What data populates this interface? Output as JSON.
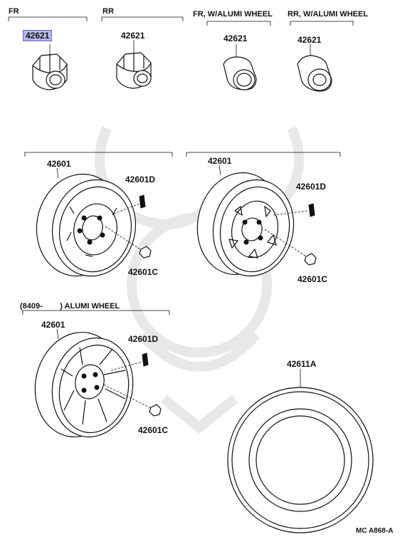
{
  "headers": {
    "fr": "FR",
    "rr": "RR",
    "fr_alumi": "FR, W/ALUMI WHEEL",
    "rr_alumi": "RR, W/ALUMI WHEEL",
    "alumi_wheel_range": "(8409-        ) ALUMI WHEEL"
  },
  "parts": {
    "hub_cap_fr": "42621",
    "hub_cap_rr": "42621",
    "hub_cap_fr_alumi": "42621",
    "hub_cap_rr_alumi": "42621",
    "wheel_1": "42601",
    "wheel_2": "42601",
    "wheel_3": "42601",
    "bolt_1": "42601D",
    "bolt_2": "42601D",
    "bolt_3": "42601D",
    "nut_1": "42601C",
    "nut_2": "42601C",
    "nut_3": "42601C",
    "tire": "42611A"
  },
  "footer": {
    "diagram_code": "MC A868-A"
  },
  "colors": {
    "ink": "#111111",
    "highlight": "#b7b7e8",
    "watermark": "#e6e6e6"
  }
}
